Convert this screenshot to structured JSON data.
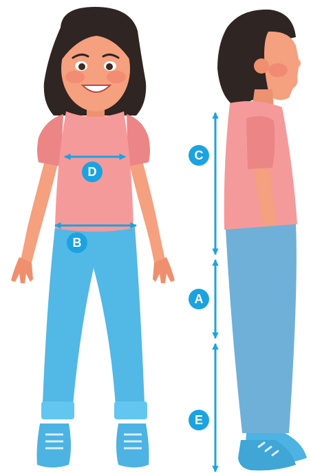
{
  "labels": {
    "d": "D",
    "b": "B",
    "c": "C",
    "a": "A",
    "e": "E"
  },
  "colors": {
    "accent": "#1aa3e0",
    "shirt": "#f59a9a",
    "shirt_shade": "#ec8686",
    "jeans": "#52b8e6",
    "jeans_side": "#6fb0d8",
    "skin": "#f5a07e",
    "hair": "#2f2522",
    "shoe": "#4cb3e3"
  }
}
